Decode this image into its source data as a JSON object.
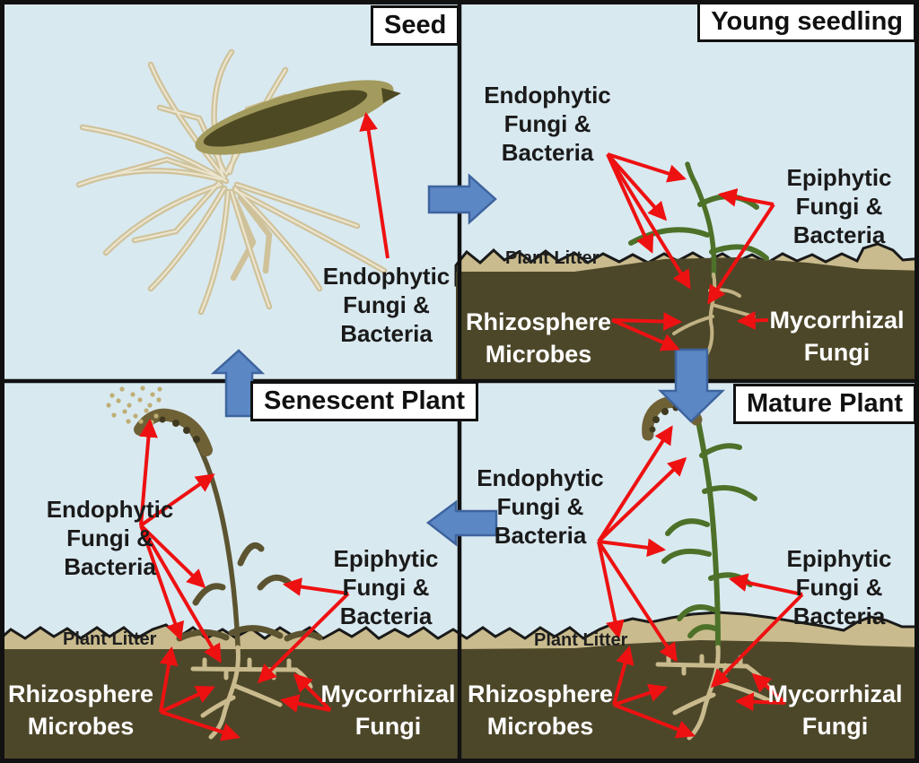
{
  "figure": {
    "type": "plant-microbiome-life-cycle-diagram",
    "colors": {
      "sky": "#d9e9f0",
      "soil": "#4d472a",
      "plant_litter": "#c9bb8d",
      "annotation_arrow_red": "#ee1111",
      "cycle_arrow_blue": "#5b87c5",
      "cycle_arrow_border": "#3e649e",
      "plant_green": "#4d7129",
      "straw_tan": "#cfc29a",
      "seed_dark": "#4d4923",
      "senescent_brown": "#5c5430",
      "title_box_bg": "#ffffff",
      "border_black": "#111111"
    },
    "quadrants": [
      {
        "id": "seed",
        "title": "Seed",
        "labels": {
          "endophytic": "Endophytic Fungi & Bacteria"
        }
      },
      {
        "id": "young-seedling",
        "title": "Young seedling",
        "labels": {
          "endophytic": "Endophytic Fungi & Bacteria",
          "epiphytic": "Epiphytic Fungi & Bacteria",
          "rhizosphere": "Rhizosphere Microbes",
          "mycorrhizal": "Mycorrhizal Fungi",
          "plant_litter": "Plant Litter"
        }
      },
      {
        "id": "senescent-plant",
        "title": "Senescent Plant",
        "labels": {
          "endophytic": "Endophytic Fungi & Bacteria",
          "epiphytic": "Epiphytic Fungi & Bacteria",
          "rhizosphere": "Rhizosphere Microbes",
          "mycorrhizal": "Mycorrhizal Fungi",
          "plant_litter": "Plant Litter"
        }
      },
      {
        "id": "mature-plant",
        "title": "Mature Plant",
        "labels": {
          "endophytic": "Endophytic Fungi & Bacteria",
          "epiphytic": "Epiphytic Fungi & Bacteria",
          "rhizosphere": "Rhizosphere Microbes",
          "mycorrhizal": "Mycorrhizal Fungi",
          "plant_litter": "Plant Litter"
        }
      }
    ],
    "cycle_arrows": [
      "seed-to-young-seedling",
      "young-seedling-to-mature-plant",
      "mature-plant-to-senescent-plant",
      "senescent-plant-to-seed"
    ]
  }
}
